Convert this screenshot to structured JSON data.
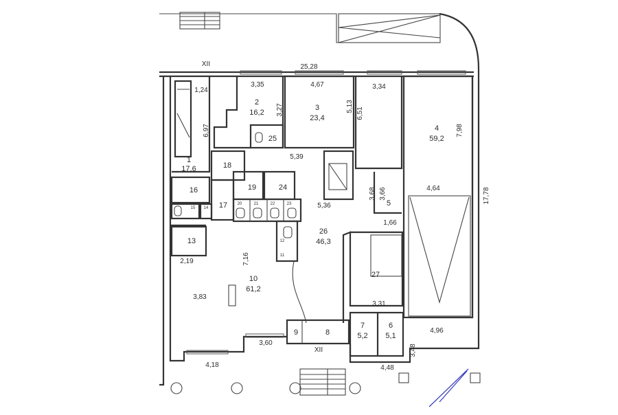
{
  "plan": {
    "axis_labels": {
      "top": "XII",
      "bottom": "XII"
    },
    "rooms": [
      {
        "id": "1",
        "area": "17,6"
      },
      {
        "id": "2",
        "area": "16,2"
      },
      {
        "id": "3",
        "area": "23,4"
      },
      {
        "id": "4",
        "area": "59,2"
      },
      {
        "id": "5"
      },
      {
        "id": "6",
        "area": "5,1"
      },
      {
        "id": "7",
        "area": "5,2"
      },
      {
        "id": "8"
      },
      {
        "id": "9"
      },
      {
        "id": "10",
        "area": "61,2"
      },
      {
        "id": "11"
      },
      {
        "id": "12"
      },
      {
        "id": "13"
      },
      {
        "id": "14"
      },
      {
        "id": "15"
      },
      {
        "id": "16"
      },
      {
        "id": "17"
      },
      {
        "id": "18"
      },
      {
        "id": "19"
      },
      {
        "id": "20"
      },
      {
        "id": "21"
      },
      {
        "id": "22"
      },
      {
        "id": "23"
      },
      {
        "id": "24"
      },
      {
        "id": "25"
      },
      {
        "id": "26",
        "area": "46,3"
      },
      {
        "id": "27"
      }
    ],
    "dimensions": {
      "total_top": "25,28",
      "d_1_24": "1,24",
      "d_3_35": "3,35",
      "d_3_27": "3,27",
      "d_4_67": "4,67",
      "d_5_13": "5,13",
      "d_3_34": "3,34",
      "d_6_51": "6,51",
      "d_7_98": "7,98",
      "d_17_78": "17,78",
      "d_6_97": "6,97",
      "d_5_39": "5,39",
      "d_5_36": "5,36",
      "d_3_68": "3,68",
      "d_3_66": "3,66",
      "d_4_64": "4,64",
      "d_1_66": "1,66",
      "d_2_19": "2,19",
      "d_7_16": "7,16",
      "d_3_83": "3,83",
      "d_3_31": "3,31",
      "d_4_96": "4,96",
      "d_3_48": "3,48",
      "d_3_60": "3,60",
      "d_4_18": "4,18",
      "d_4_48": "4,48"
    },
    "colors": {
      "walls": "#333333",
      "pen_mark": "#3a3fc0"
    }
  }
}
